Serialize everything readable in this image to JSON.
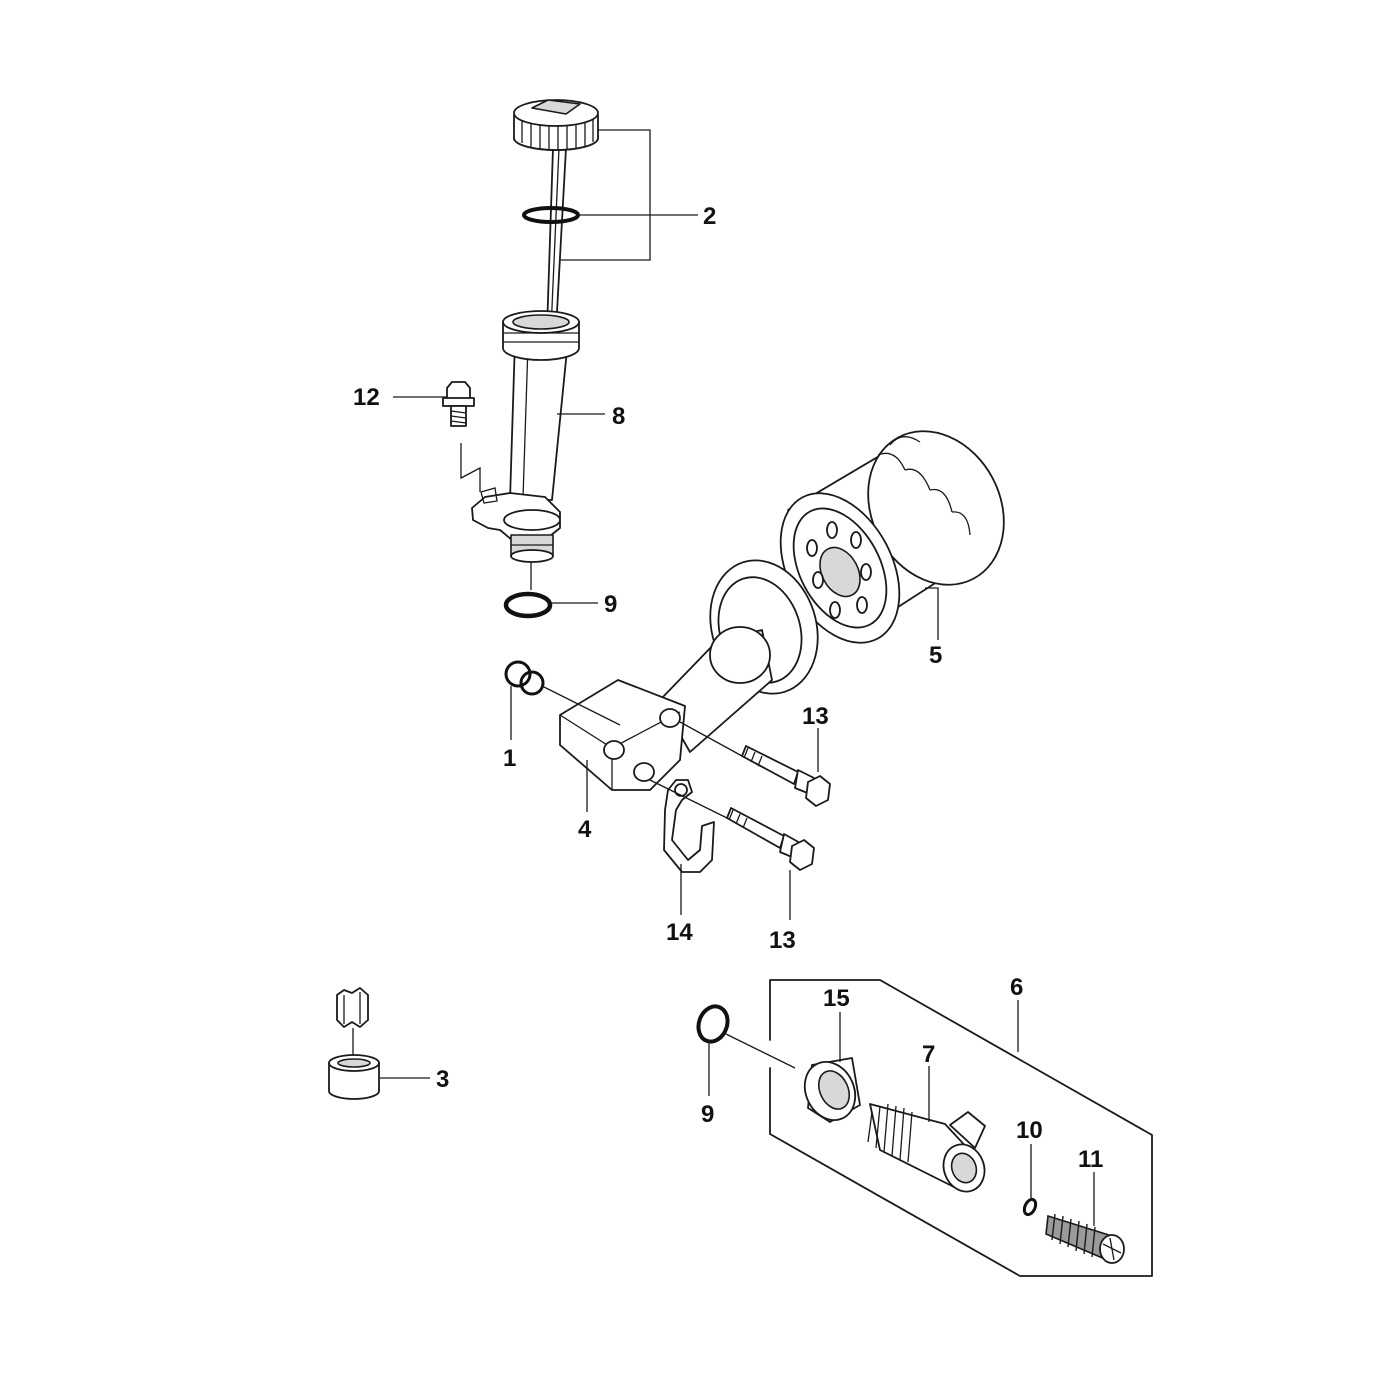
{
  "diagram": {
    "callouts": [
      {
        "id": "c2",
        "text": "2"
      },
      {
        "id": "c12",
        "text": "12"
      },
      {
        "id": "c8",
        "text": "8"
      },
      {
        "id": "c9a",
        "text": "9"
      },
      {
        "id": "c5",
        "text": "5"
      },
      {
        "id": "c13a",
        "text": "13"
      },
      {
        "id": "c1",
        "text": "1"
      },
      {
        "id": "c4",
        "text": "4"
      },
      {
        "id": "c14",
        "text": "14"
      },
      {
        "id": "c13b",
        "text": "13"
      },
      {
        "id": "c6",
        "text": "6"
      },
      {
        "id": "c15",
        "text": "15"
      },
      {
        "id": "c7",
        "text": "7"
      },
      {
        "id": "c3",
        "text": "3"
      },
      {
        "id": "c9b",
        "text": "9"
      },
      {
        "id": "c10",
        "text": "10"
      },
      {
        "id": "c11",
        "text": "11"
      }
    ]
  }
}
